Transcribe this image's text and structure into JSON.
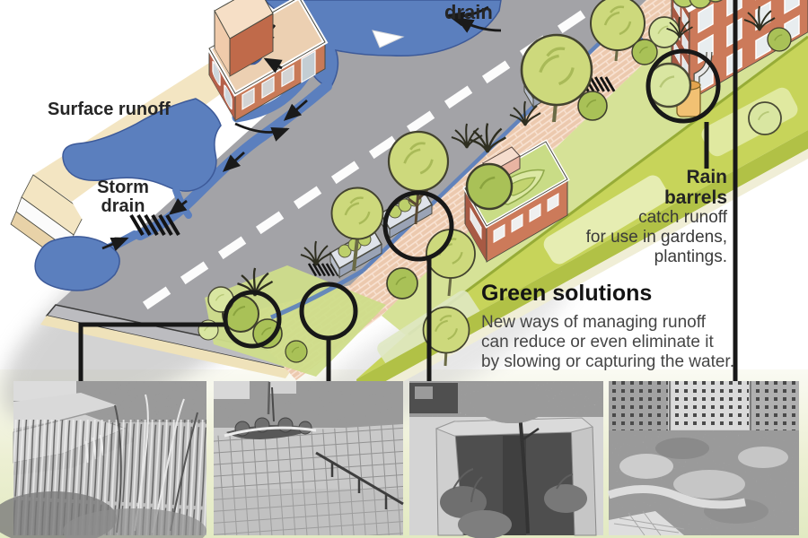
{
  "scene": {
    "labels": {
      "drain_top": "drain",
      "surface_runoff": "Surface runoff",
      "storm_drain_line1": "Storm",
      "storm_drain_line2": "drain"
    }
  },
  "annotations": {
    "rain_barrels": {
      "bold_line1": "Rain",
      "bold_line2": "barrels",
      "line1": "catch runoff",
      "line2": "for use in gardens,",
      "line3": "plantings."
    },
    "green_solutions": {
      "title": "Green solutions",
      "line1": "New ways of managing runoff",
      "line2": "can reduce or even eliminate it",
      "line3": "by slowing or capturing the water."
    }
  },
  "photos": [
    {
      "name": "bioswale-grasses"
    },
    {
      "name": "permeable-pavement"
    },
    {
      "name": "stormwater-planter"
    },
    {
      "name": "green-roof"
    }
  ],
  "colors": {
    "water": "#5b7fbe",
    "street": "#a3a3a7",
    "sidewalk": "#f3e5c2",
    "pavers": "#ecc9ae",
    "verge": "#c7d45a",
    "foliage": "#cdd97c",
    "brick": "#c4715a",
    "rain_barrel": "#f2c173"
  }
}
